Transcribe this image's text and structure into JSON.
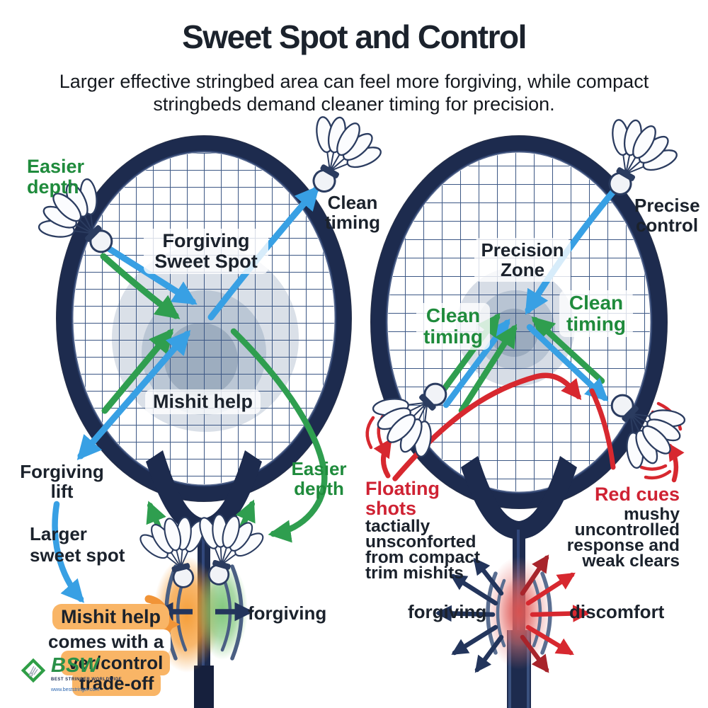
{
  "header": {
    "title": "Sweet Spot and Control",
    "subtitle": "Larger effective stringbed area can feel more forgiving, while compact stringbeds demand cleaner timing for precision."
  },
  "left_racket": {
    "easier_depth_top": "Easier depth",
    "clean_timing": "Clean timing",
    "sweet_spot_label": "Forgiving Sweet Spot",
    "mishit_help_label": "Mishit help",
    "forgiving_lift": "Forgiving lift",
    "easier_depth_bottom": "Easier depth",
    "larger_sweet_spot": "Larger sweet spot",
    "tradeoff_lines": [
      "Mishit help",
      "comes with a",
      "ver/control",
      "trade-off"
    ],
    "forgiving": "forgiving"
  },
  "right_racket": {
    "precise_control": "Precise control",
    "precision_zone_label": "Precision Zone",
    "clean_timing_left": "Clean timing",
    "clean_timing_right": "Clean timing",
    "floating_shots": "Floating shots",
    "floating_shots_desc": "tactially unsconforted from compact trim mishits",
    "red_cues": "Red cues",
    "red_cues_desc": "mushy uncontrolled response and weak clears",
    "forgiving": "forgiving",
    "discomfort": "discomfort"
  },
  "logo": {
    "name": "BSW",
    "tagline": "BEST STRINGER WORLDWIDE",
    "url": "www.beststringer.com"
  },
  "colors": {
    "frame_navy": "#1d2b4e",
    "string_blue": "#3d5885",
    "arrow_blue": "#38a0e4",
    "arrow_green": "#2f9e4f",
    "arrow_red": "#d7282f",
    "text_green": "#1f8b3c",
    "text_red": "#cf2233",
    "highlight_orange": "#f9b566"
  }
}
